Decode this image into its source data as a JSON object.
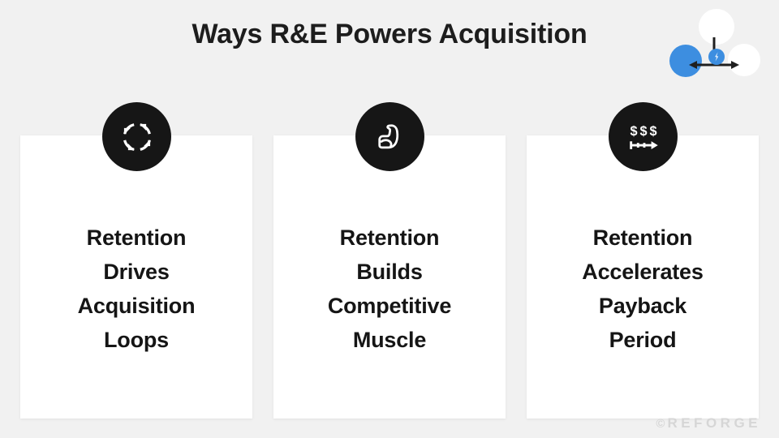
{
  "slide": {
    "title": "Ways R&E Powers Acquisition",
    "background_color": "#f1f1f1",
    "accent_color": "#3d8ee0",
    "badge_color": "#161616",
    "card_color": "#ffffff"
  },
  "logo": {
    "name": "reforge-logo",
    "blue_dot_color": "#3d8ee0",
    "white_dot_color": "#ffffff",
    "hub_icon": "reforge-spark-icon"
  },
  "cards": [
    {
      "icon": "refresh-loop-icon",
      "text": "Retention\nDrives\nAcquisition\nLoops"
    },
    {
      "icon": "flexed-bicep-icon",
      "text": "Retention\nBuilds\nCompetitive\nMuscle"
    },
    {
      "icon": "dollar-arrow-icon",
      "text": "Retention\nAccelerates\nPayback\nPeriod"
    }
  ],
  "watermark": {
    "copyright_symbol": "©",
    "label": "REFORGE",
    "color": "#d6d6d6"
  }
}
